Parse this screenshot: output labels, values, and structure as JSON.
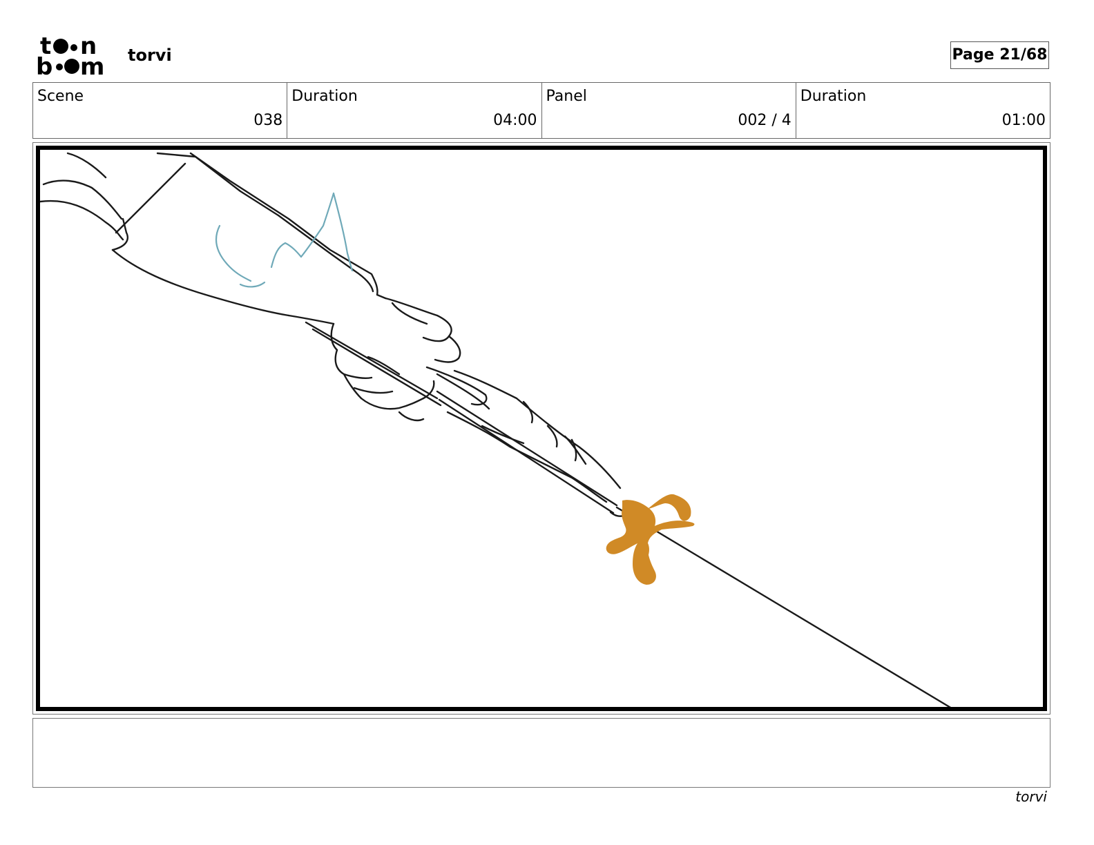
{
  "header": {
    "logo_text": "toonboom",
    "project": "torvi",
    "page_label": "Page 21/68"
  },
  "info": {
    "scene_label": "Scene",
    "scene_value": "038",
    "scene_duration_label": "Duration",
    "scene_duration_value": "04:00",
    "panel_label": "Panel",
    "panel_value": "002 / 4",
    "panel_duration_label": "Duration",
    "panel_duration_value": "01:00"
  },
  "panel": {
    "description": "",
    "colors": {
      "line": "#1a1a1a",
      "effect": "#6fa9b8",
      "ornament": "#d08a26"
    }
  },
  "notes": {
    "text": ""
  },
  "footer": {
    "text": "torvi"
  }
}
